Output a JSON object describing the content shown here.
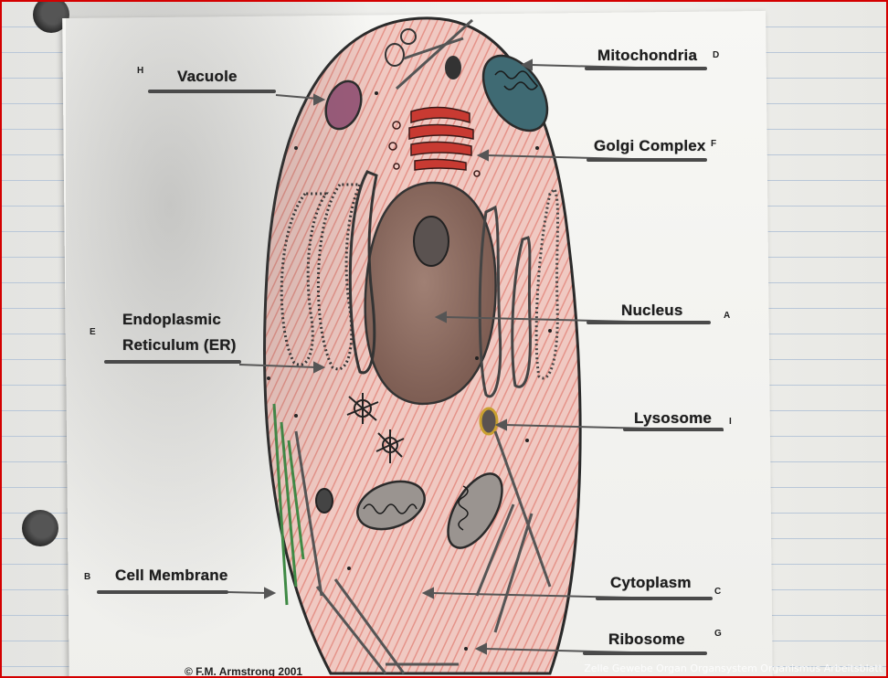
{
  "labels": {
    "vacuole": "Vacuole",
    "mitochondria": "Mitochondria",
    "golgi": "Golgi Complex",
    "er_line1": "Endoplasmic",
    "er_line2": "Reticulum (ER)",
    "nucleus": "Nucleus",
    "lysosome": "Lysosome",
    "cell_membrane": "Cell Membrane",
    "cytoplasm": "Cytoplasm",
    "ribosome": "Ribosome"
  },
  "letters": {
    "vacuole": "H",
    "mitochondria": "D",
    "golgi": "F",
    "er": "E",
    "nucleus": "A",
    "lysosome": "I",
    "cell_membrane": "B",
    "cytoplasm": "C",
    "ribosome": "G"
  },
  "copyright": "© F.M. Armstrong 2001",
  "watermark": "Zelle Gewebe Organ Organsystem Organismus Arbeitsblatt",
  "colors": {
    "frame": "#d40000",
    "cytoplasm": "#e57a6e",
    "nucleus": "#8c6a5e",
    "golgi": "#c83a32",
    "mitochondria": "#3f6a73",
    "vacuole": "#9b5a7a",
    "green_fibers": "#3f8a45",
    "lysosome": "#c9a030"
  }
}
